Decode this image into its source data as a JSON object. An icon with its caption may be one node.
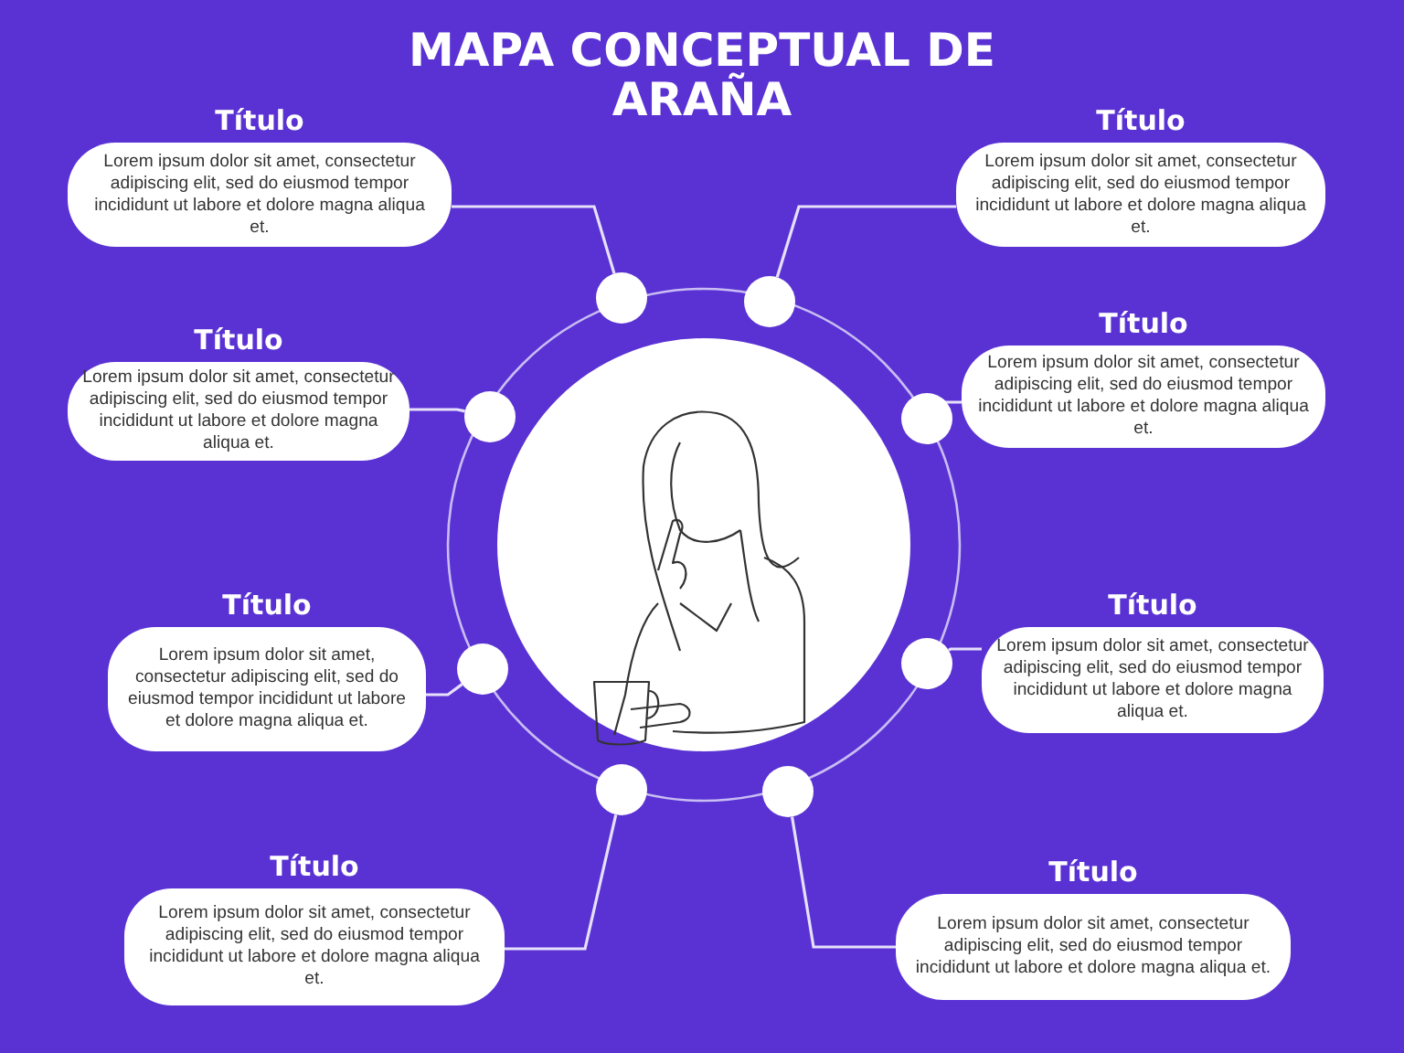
{
  "diagram": {
    "title": "MAPA CONCEPTUAL DE ARAÑA",
    "nodes": [
      {
        "text": [],
        "shape": "picture"
      },
      {
        "text": [
          "Título",
          "Lorem ipsum dolor sit amet, consectetur adipiscing elit, sed do eiusmod tempor incididunt ut labore et dolore magna aliqua et."
        ]
      },
      {
        "text": [
          "Título",
          "Lorem ipsum dolor sit amet, consectetur adipiscing elit, sed do eiusmod tempor incididunt ut labore et dolore magna aliqua et."
        ]
      },
      {
        "text": [
          "Título",
          "Lorem ipsum dolor sit amet, consectetur adipiscing elit, sed do eiusmod tempor incididunt ut labore et dolore magna aliqua et."
        ]
      },
      {
        "text": [
          "Título",
          "Lorem ipsum dolor sit amet, consectetur adipiscing elit, sed do eiusmod tempor incididunt ut labore et dolore magna aliqua et."
        ]
      },
      {
        "text": [
          "Título",
          "Lorem ipsum dolor sit amet, consectetur adipiscing elit, sed do eiusmod tempor incididunt ut labore et dolore magna aliqua et."
        ]
      },
      {
        "text": [
          "Título",
          "Lorem ipsum dolor sit amet, consectetur adipiscing elit, sed do eiusmod tempor incididunt ut labore et dolore magna aliqua et."
        ]
      },
      {
        "text": [
          "Título",
          "Lorem ipsum dolor sit amet, consectetur adipiscing elit, sed do eiusmod tempor incididunt ut labore et dolore magna aliqua et."
        ]
      },
      {
        "text": [
          "Título",
          "Lorem ipsum dolor sit amet, consectetur adipiscing elit, sed do eiusmod tempor incididunt ut labore et dolore magna aliqua et."
        ]
      },
      {
        "text": [],
        "shape": "circle"
      },
      {
        "text": [],
        "shape": "circle"
      },
      {
        "text": [],
        "shape": "circle"
      },
      {
        "text": [],
        "shape": "circle"
      },
      {
        "text": [],
        "shape": "circle"
      },
      {
        "text": [],
        "shape": "circle"
      },
      {
        "text": [],
        "shape": "circle"
      },
      {
        "text": [],
        "shape": "circle"
      }
    ],
    "edges": [
      {
        "from": 9,
        "to": 1,
        "arrow": "none"
      },
      {
        "from": 10,
        "to": 2,
        "arrow": "none"
      },
      {
        "from": 11,
        "to": 3,
        "arrow": "none"
      },
      {
        "from": 12,
        "to": 4,
        "arrow": "none"
      },
      {
        "from": 13,
        "to": 5,
        "arrow": "none"
      },
      {
        "from": 14,
        "to": 6,
        "arrow": "none"
      },
      {
        "from": 15,
        "to": 7,
        "arrow": "none"
      },
      {
        "from": 16,
        "to": 8,
        "arrow": "none"
      }
    ]
  }
}
